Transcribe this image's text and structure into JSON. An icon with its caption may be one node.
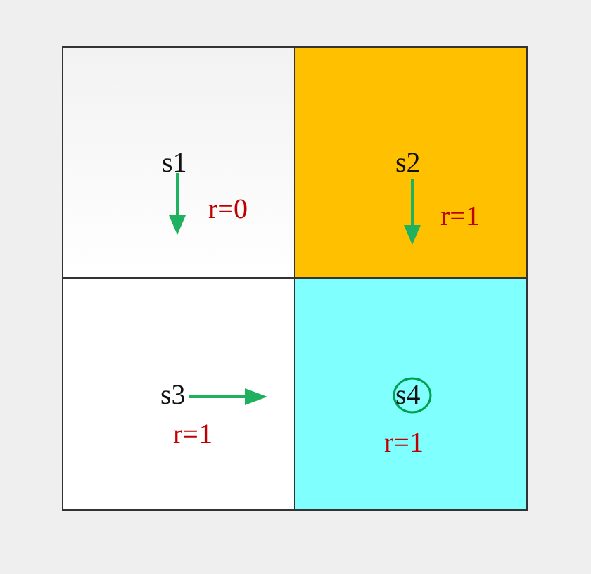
{
  "diagram": {
    "nodes": [
      {
        "text": [
          "s1",
          "r=0"
        ]
      },
      {
        "text": [
          "s2",
          "r=1"
        ]
      },
      {
        "text": [
          "s3",
          "r=1"
        ]
      },
      {
        "text": [
          "s4",
          "r=1"
        ]
      }
    ]
  }
}
